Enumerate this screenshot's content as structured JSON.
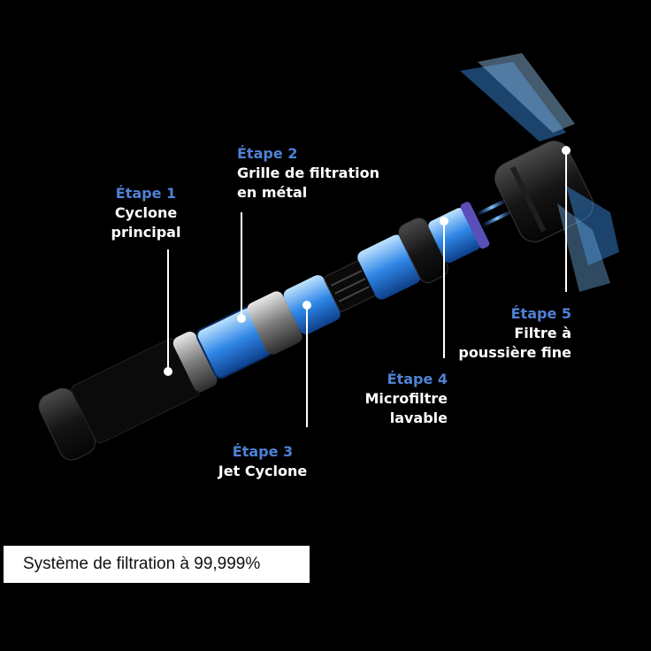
{
  "steps": [
    {
      "step": "Étape 1",
      "line1": "Cyclone",
      "line2": "principal"
    },
    {
      "step": "Étape 2",
      "line1": "Grille de filtration",
      "line2": "en métal"
    },
    {
      "step": "Étape 3",
      "line1": "Jet Cyclone",
      "line2": ""
    },
    {
      "step": "Étape 4",
      "line1": "Microfiltre",
      "line2": "lavable"
    },
    {
      "step": "Étape 5",
      "line1": "Filtre à",
      "line2": "poussière fine"
    }
  ],
  "caption": "Système de filtration à 99,999%",
  "colors": {
    "step_label": "#4f82d6",
    "background": "#000000",
    "airflow": "#3a8fe8"
  }
}
